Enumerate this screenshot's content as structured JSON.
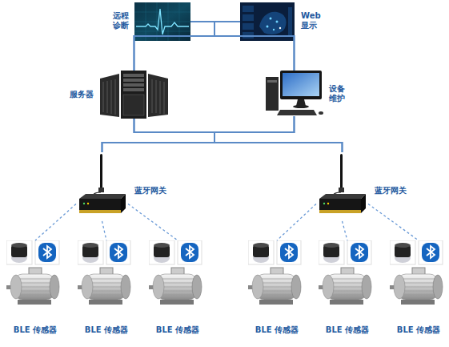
{
  "diagram": {
    "nodes": [
      {
        "text": [
          "远程 诊断"
        ]
      },
      {
        "text": [
          "Web 显示"
        ]
      },
      {
        "text": [
          "服务器"
        ]
      },
      {
        "text": [
          "设备 维护"
        ]
      },
      {
        "text": [
          "蓝牙网关"
        ]
      },
      {
        "text": [
          "蓝牙网关"
        ]
      },
      {
        "text": [
          "BLE 传感器"
        ]
      },
      {
        "text": [
          "BLE 传感器"
        ]
      },
      {
        "text": [
          "BLE 传感器"
        ]
      },
      {
        "text": [
          "BLE 传感器"
        ]
      },
      {
        "text": [
          "BLE 传感器"
        ]
      },
      {
        "text": [
          "BLE 传感器"
        ]
      }
    ],
    "edges": [
      {
        "from": 0,
        "to": 2,
        "arrow": "none"
      },
      {
        "from": 0,
        "to": 3,
        "arrow": "none"
      },
      {
        "from": 1,
        "to": 2,
        "arrow": "none"
      },
      {
        "from": 1,
        "to": 3,
        "arrow": "none"
      },
      {
        "from": 2,
        "to": 4,
        "arrow": "none"
      },
      {
        "from": 2,
        "to": 5,
        "arrow": "none"
      },
      {
        "from": 3,
        "to": 4,
        "arrow": "none"
      },
      {
        "from": 3,
        "to": 5,
        "arrow": "none"
      },
      {
        "from": 4,
        "to": 6,
        "arrow": "none"
      },
      {
        "from": 4,
        "to": 7,
        "arrow": "none"
      },
      {
        "from": 4,
        "to": 8,
        "arrow": "none"
      },
      {
        "from": 5,
        "to": 9,
        "arrow": "none"
      },
      {
        "from": 5,
        "to": 10,
        "arrow": "none"
      },
      {
        "from": 5,
        "to": 11,
        "arrow": "none"
      }
    ]
  }
}
